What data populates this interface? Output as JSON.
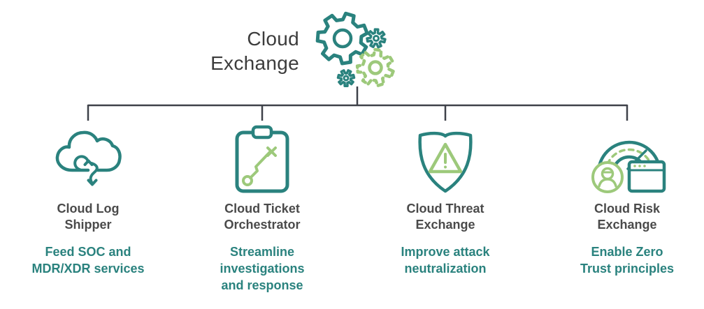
{
  "header": {
    "title": "Cloud\nExchange",
    "icon": "gears-icon"
  },
  "colors": {
    "teal": "#2A827E",
    "green": "#9DC97B",
    "dark": "#3C3C3C",
    "heading": "#4A4A4A",
    "line": "#3E4149"
  },
  "columns": [
    {
      "icon": "cloud-log-shipper-icon",
      "title": "Cloud Log\nShipper",
      "benefit": "Feed SOC and\nMDR/XDR services"
    },
    {
      "icon": "ticket-orchestrator-clipboard-icon",
      "title": "Cloud Ticket\nOrchestrator",
      "benefit": "Streamline\ninvestigations\nand response"
    },
    {
      "icon": "threat-shield-alert-icon",
      "title": "Cloud Threat\nExchange",
      "benefit": "Improve attack\nneutralization"
    },
    {
      "icon": "risk-gauge-icon",
      "title": "Cloud Risk\nExchange",
      "benefit": "Enable Zero\nTrust principles"
    }
  ]
}
